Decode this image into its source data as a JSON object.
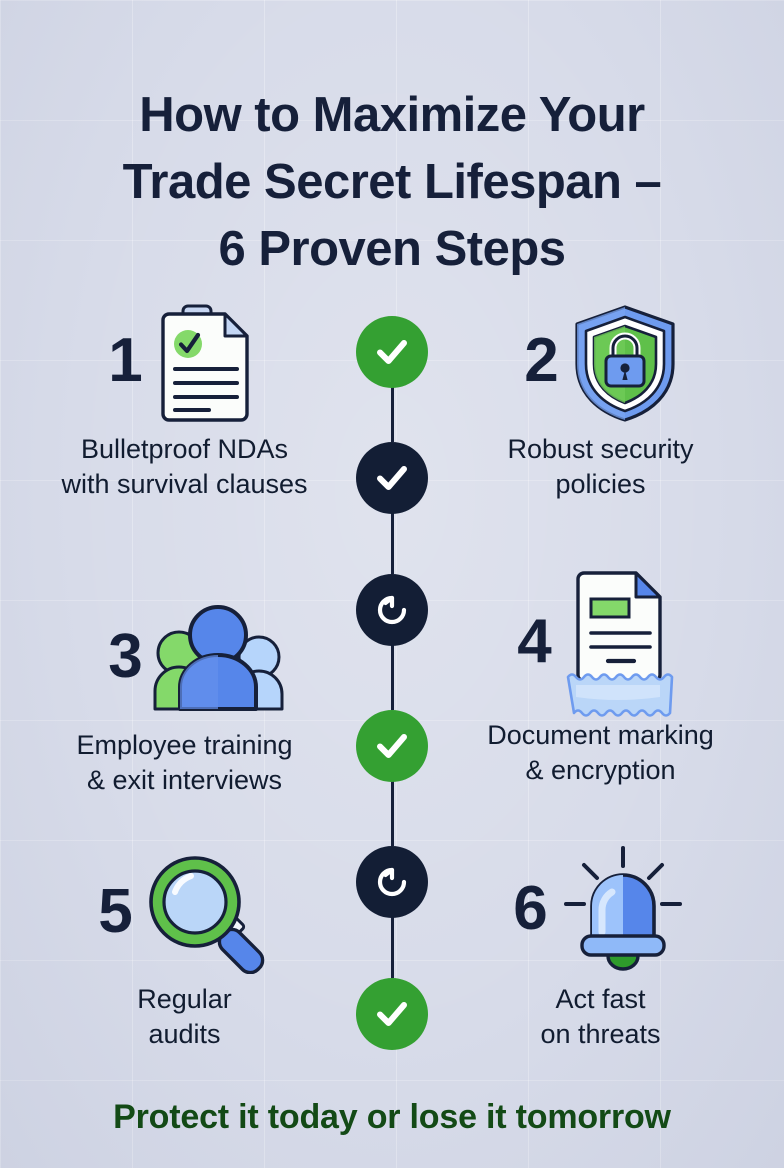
{
  "background_color": "#d7dbe9",
  "title": "How to Maximize Your Trade Secret Lifespan – 6 Proven Steps",
  "title_lines": [
    "How to Maximize Your",
    "Trade Secret Lifespan –",
    "6 Proven Steps"
  ],
  "title_color": "#16203a",
  "accent_green": "#34a032",
  "accent_dark": "#131e35",
  "accent_blue": "#4a7fe0",
  "steps": [
    {
      "number": "1",
      "caption_lines": [
        "Bulletproof NDAs",
        "with survival clauses"
      ],
      "caption": "Bulletproof NDAs with survival clauses",
      "icon": "document-check-icon",
      "side": "left"
    },
    {
      "number": "2",
      "caption_lines": [
        "Robust security",
        "policies"
      ],
      "caption": "Robust security policies",
      "icon": "shield-lock-icon",
      "side": "right"
    },
    {
      "number": "3",
      "caption_lines": [
        "Employee training",
        "& exit interviews"
      ],
      "caption": "Employee training & exit interviews",
      "icon": "people-group-icon",
      "side": "left"
    },
    {
      "number": "4",
      "caption_lines": [
        "Document marking",
        "& encryption"
      ],
      "caption": "Document marking & encryption",
      "icon": "document-encryption-icon",
      "side": "right"
    },
    {
      "number": "5",
      "caption_lines": [
        "Regular",
        "audits"
      ],
      "caption": "Regular audits",
      "icon": "magnifying-glass-icon",
      "side": "left"
    },
    {
      "number": "6",
      "caption_lines": [
        "Act fast",
        "on threats"
      ],
      "caption": "Act fast on threats",
      "icon": "alarm-bell-icon",
      "side": "right"
    }
  ],
  "timeline_nodes": [
    {
      "style": "green",
      "glyph": "check",
      "step": "1"
    },
    {
      "style": "dark",
      "glyph": "check",
      "step": "2"
    },
    {
      "style": "dark",
      "glyph": "refresh",
      "step": "3"
    },
    {
      "style": "green",
      "glyph": "check",
      "step": "4"
    },
    {
      "style": "dark",
      "glyph": "refresh",
      "step": "5"
    },
    {
      "style": "green",
      "glyph": "check",
      "step": "6"
    }
  ],
  "tagline": "Protect it today or lose it tomorrow",
  "tagline_color": "#134a16"
}
